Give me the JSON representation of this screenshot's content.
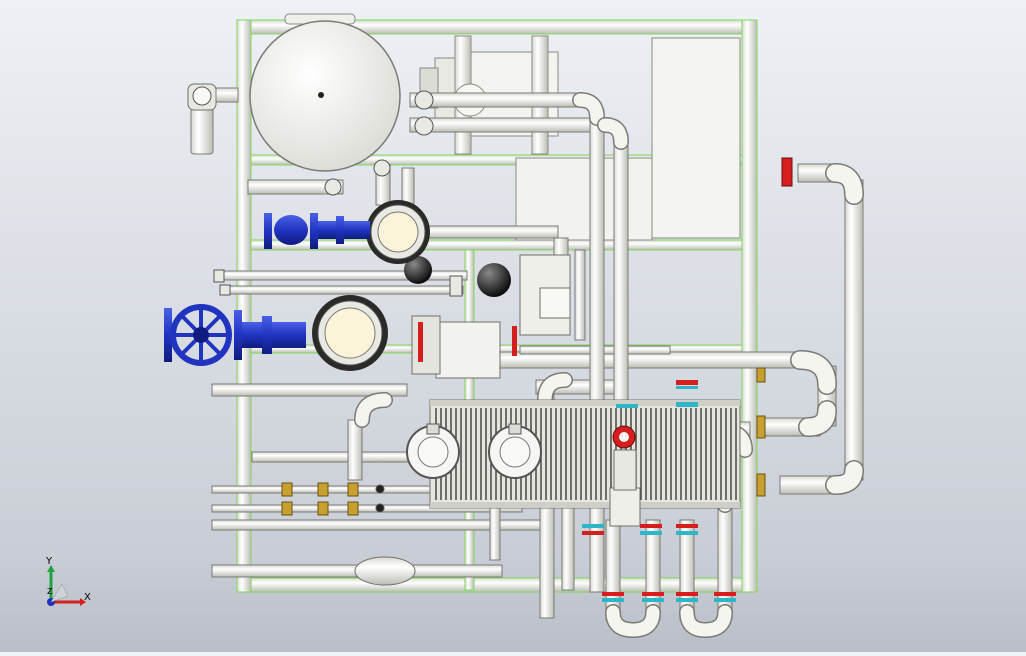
{
  "viewport": {
    "background_top": "#eef1f5",
    "background_bottom": "#b9bec7"
  },
  "model": {
    "frame_edge_color": "#7ed957",
    "pipe_color": "#f1f1ec",
    "pipe_outline": "#7a7a76",
    "valve_color": "#2b3fc8",
    "gasket_red": "#d61e1e",
    "gasket_cyan": "#2fb5c8",
    "brass_color": "#c7a030",
    "dark_component": "#151515"
  },
  "triad": {
    "axis_x_label": "X",
    "axis_y_label": "Y",
    "axis_z_label": "Z",
    "x_color": "#d42020",
    "y_color": "#20a040",
    "z_color": "#2030c0"
  }
}
